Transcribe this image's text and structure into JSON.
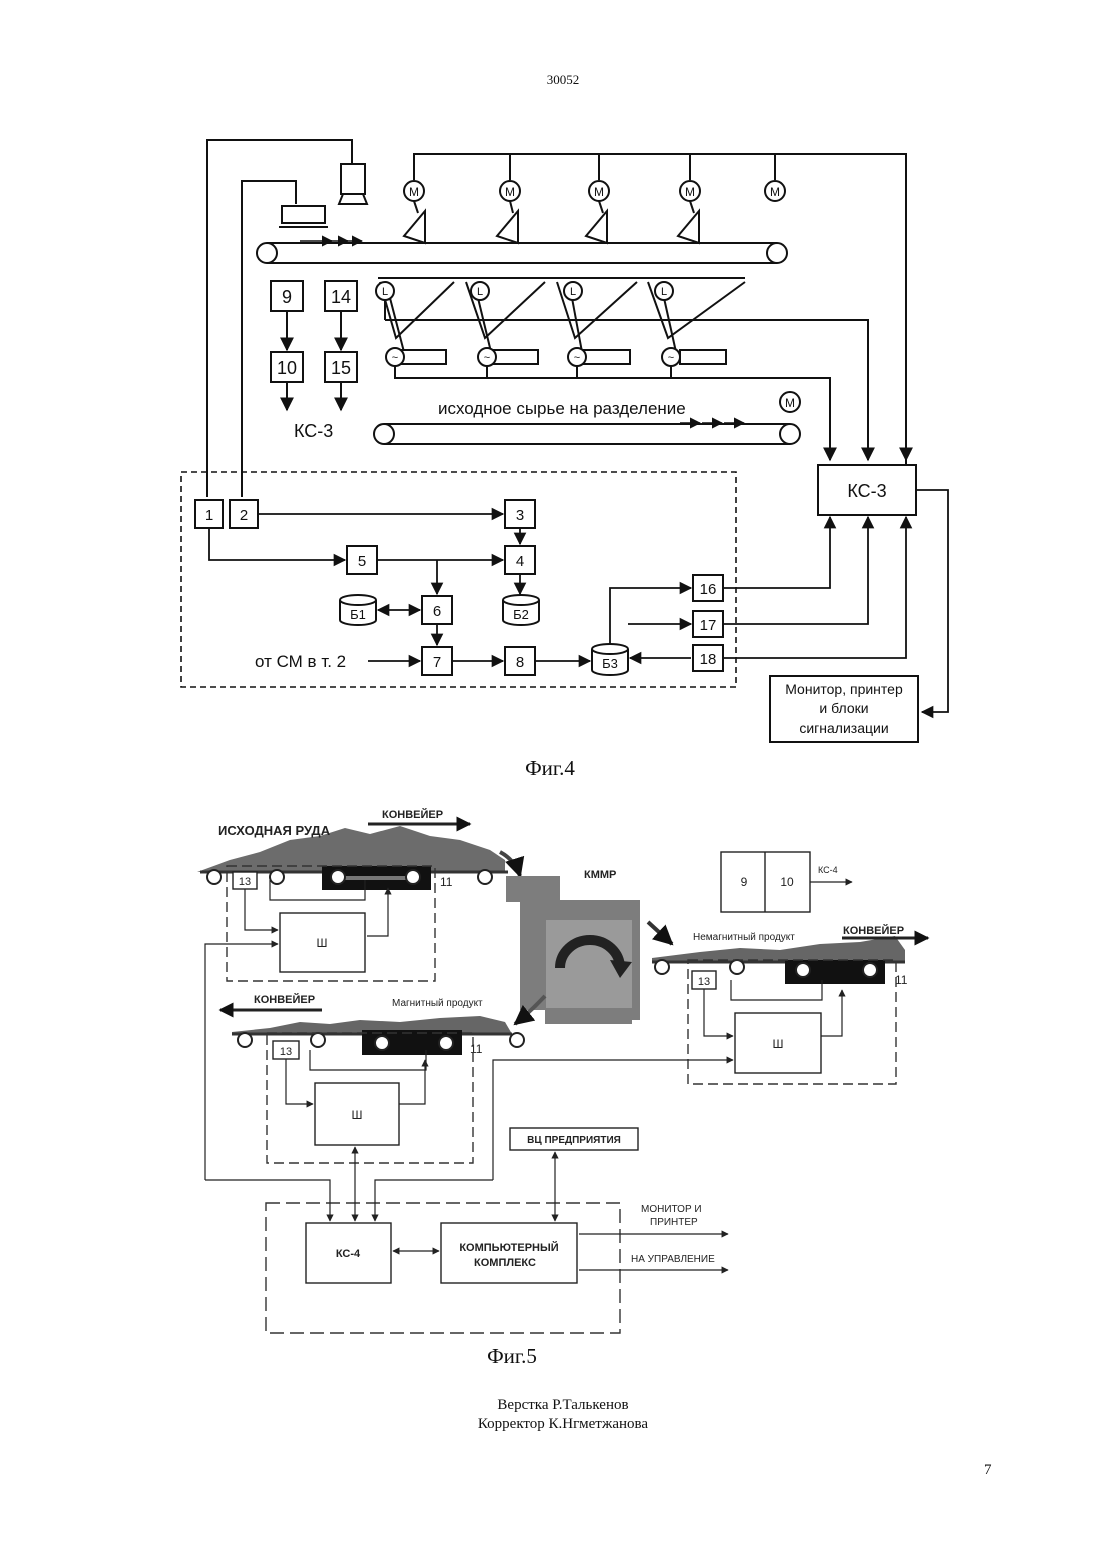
{
  "document": {
    "number": "30052",
    "page_number": "7",
    "layout_by": "Верстка Р.Талькенов",
    "corrector": "Корректор К.Нгметжанова"
  },
  "fig4": {
    "caption": "Фиг.4",
    "motor_label": "M",
    "level_label": "L",
    "vib_label": "~",
    "conveyor_text": "исходное сырье на разделение",
    "ks3_side_label": "КС-3",
    "ks3_box": "КС-3",
    "from_sm": "от СМ в т. 2",
    "monitor_lines": [
      "Монитор, принтер",
      "и блоки",
      "сигнализации"
    ],
    "blocks": {
      "b1": "1",
      "b2": "2",
      "b3": "3",
      "b4": "4",
      "b5": "5",
      "b6": "6",
      "b7": "7",
      "b8": "8",
      "b9": "9",
      "b10": "10",
      "b14": "14",
      "b15": "15",
      "b16": "16",
      "b17": "17",
      "b18": "18",
      "db1": "Б1",
      "db2": "Б2",
      "db3": "Б3"
    }
  },
  "fig5": {
    "caption": "Фиг.5",
    "ore_label": "ИСХОДНАЯ РУДА",
    "conveyor_top": "КОНВЕЙЕР",
    "conveyor_right": "КОНВЕЙЕР",
    "conveyor_left": "КОНВЕЙЕР",
    "separator": "КММР",
    "nonmagnetic": "Немагнитный продукт",
    "magnetic": "Магнитный продукт",
    "sensor": "13",
    "magnet": "11",
    "cabinet": "Ш",
    "block9": "9",
    "block10": "10",
    "ks4_arrow": "КС-4",
    "vc": "ВЦ ПРЕДПРИЯТИЯ",
    "ks4_box": "КС-4",
    "computer_lines": [
      "КОМПЬЮТЕРНЫЙ",
      "КОМПЛЕКС"
    ],
    "monitor_lines": [
      "МОНИТОР И",
      "ПРИНТЕР"
    ],
    "control": "НА УПРАВЛЕНИЕ"
  }
}
